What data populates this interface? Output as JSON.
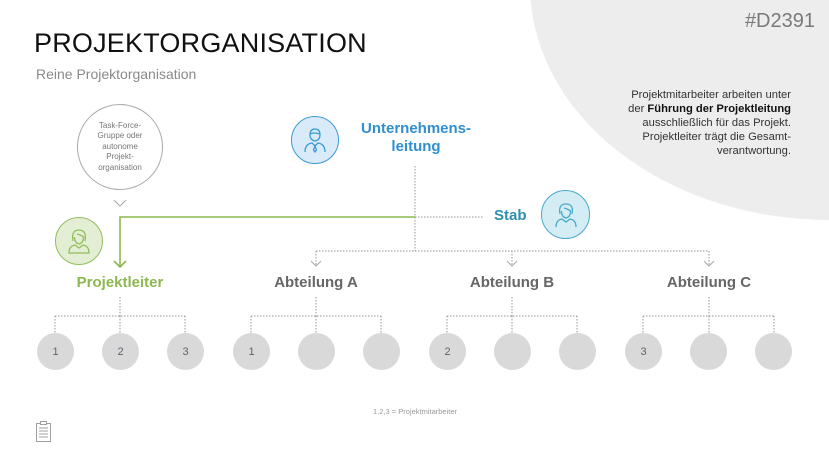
{
  "header": {
    "title": "PROJEKTORGANISATION",
    "subtitle": "Reine Projektorganisation",
    "code": "#D2391"
  },
  "description": {
    "line1": "Projektmitarbeiter arbeiten unter",
    "line2_prefix": "der ",
    "line2_bold": "Führung der Projektleitung",
    "line3": "ausschließlich für das Projekt.",
    "line4": "Projektleiter trägt die Gesamt-",
    "line5": "verantwortung."
  },
  "taskforce": {
    "text": "Task-Force-Gruppe oder autonome Projekt-organisation",
    "lines": [
      "Task-Force-",
      "Gruppe oder",
      "autonome",
      "Projekt-",
      "organisation"
    ]
  },
  "nodes": {
    "unternehmensleitung": {
      "line1": "Unternehmens-",
      "line2": "leitung",
      "icon": "businessman-icon",
      "color": "#2f8fd0"
    },
    "stab": {
      "label": "Stab",
      "icon": "woman-icon",
      "color": "#2e8fb0"
    },
    "projektleiter": {
      "label": "Projektleiter",
      "icon": "woman-icon",
      "color": "#8cb84f"
    },
    "departments": [
      {
        "label": "Abteilung A"
      },
      {
        "label": "Abteilung B"
      },
      {
        "label": "Abteilung C"
      }
    ]
  },
  "groups": [
    {
      "parent": "Projektleiter",
      "members": [
        "1",
        "2",
        "3"
      ]
    },
    {
      "parent": "Abteilung A",
      "members": [
        "1",
        "",
        ""
      ]
    },
    {
      "parent": "Abteilung B",
      "members": [
        "2",
        "",
        ""
      ]
    },
    {
      "parent": "Abteilung C",
      "members": [
        "3",
        "",
        ""
      ]
    }
  ],
  "footnote": "1,2,3 = Projektmitarbeiter",
  "colors": {
    "blue": "#2f8fd0",
    "teal": "#2e8fb0",
    "green": "#8cb84f",
    "grey_text": "#666666",
    "member_circle": "#d9d9d9"
  }
}
